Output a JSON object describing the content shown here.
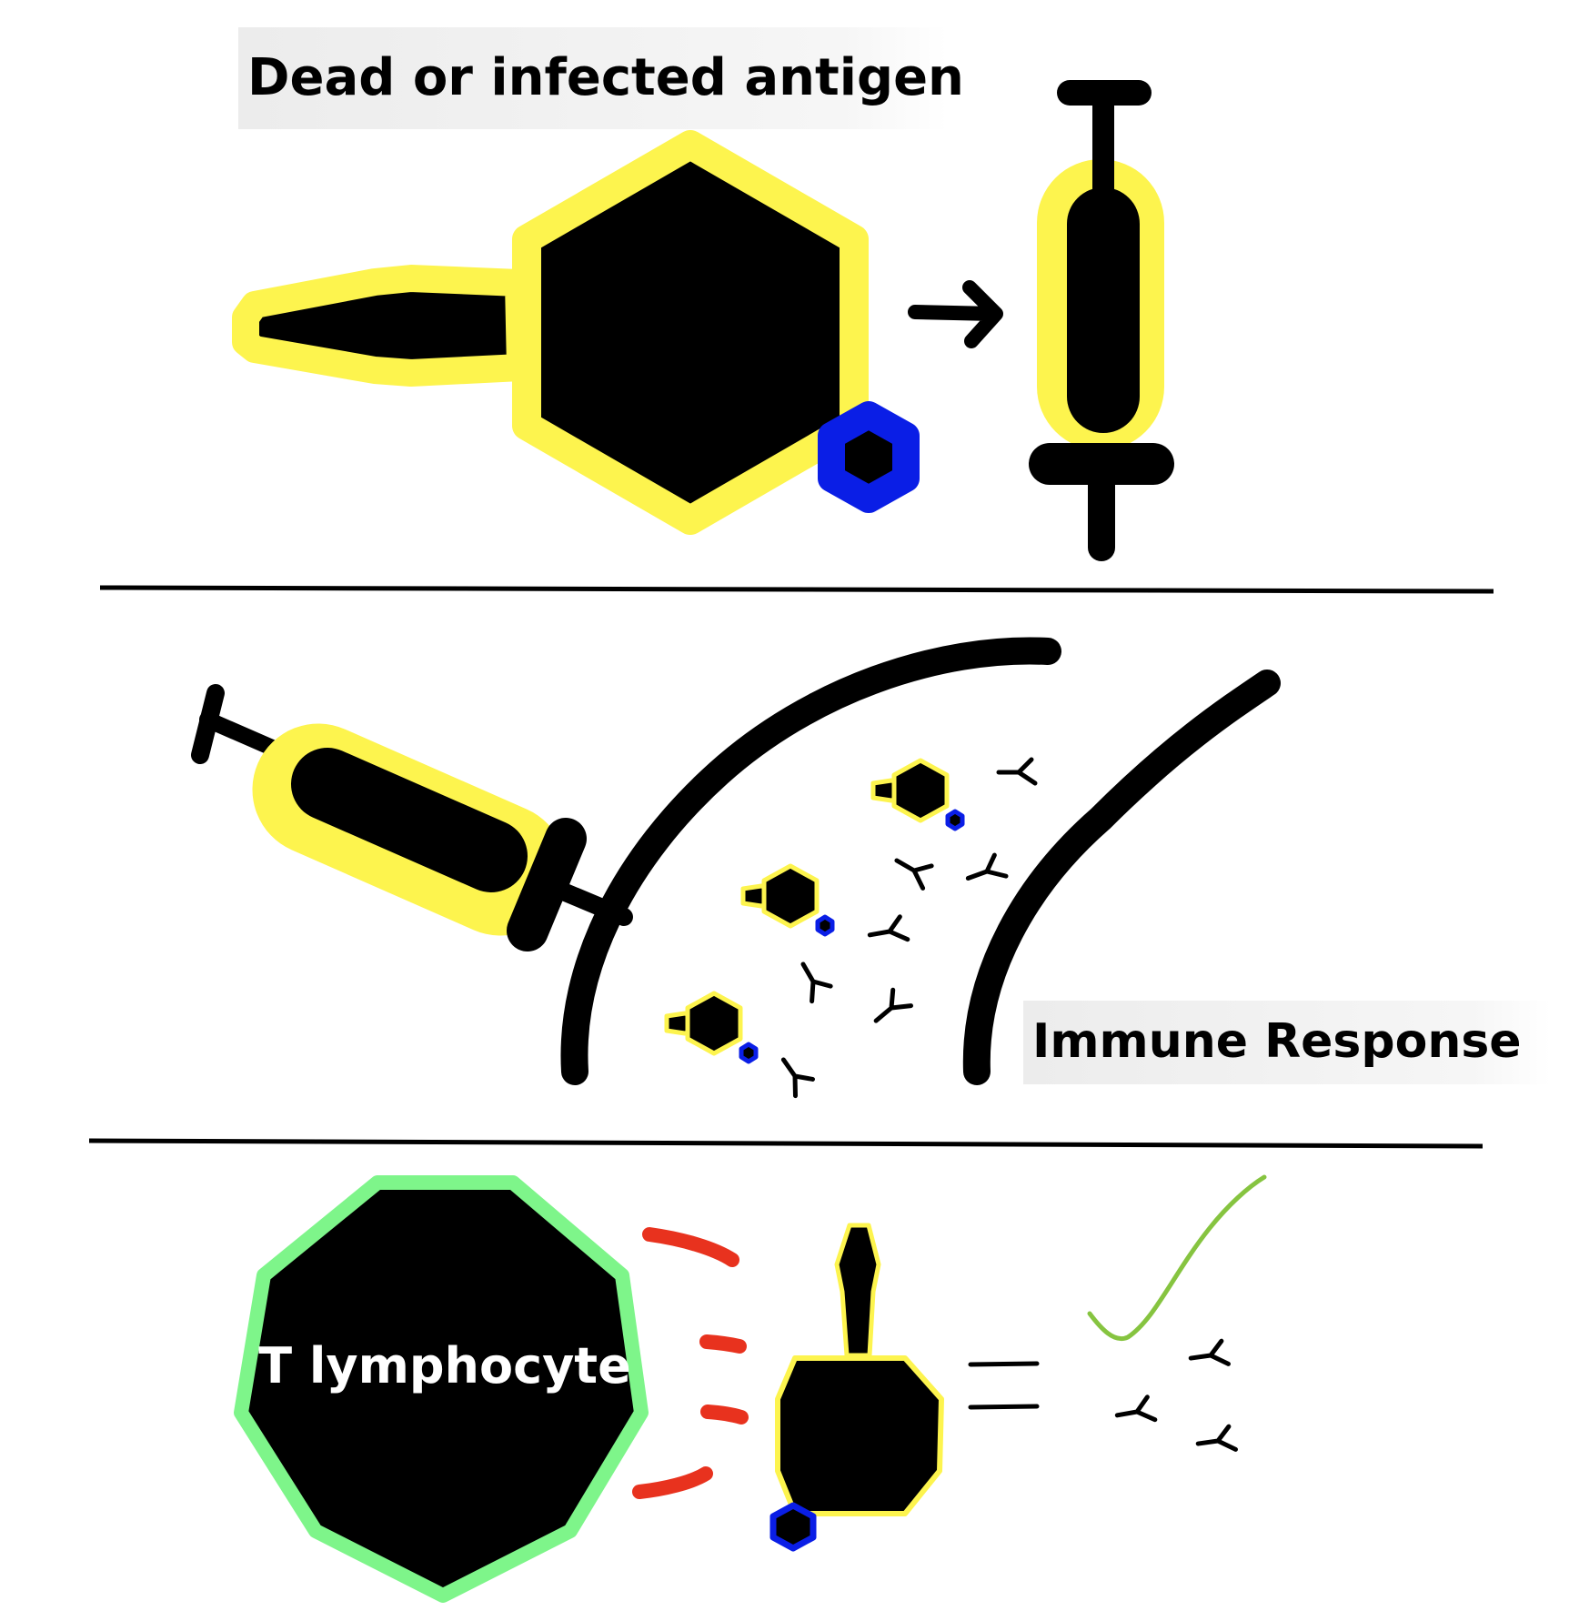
{
  "labels": {
    "antigen_title": "Dead or infected antigen",
    "immune_response": "Immune Response",
    "t_lymphocyte": "T lymphocyte"
  },
  "colors": {
    "ink": "#000000",
    "virus_glow": "#fdf44e",
    "tag_blue": "#0a1ee6",
    "lymphocyte_outline": "#7ef58a",
    "signal_red": "#e8321e",
    "check_green": "#86c440",
    "label_bg": "#f2f2f2"
  },
  "icons": [
    "virus-icon",
    "syringe-icon",
    "antibody-icon",
    "arrow-right-icon",
    "checkmark-icon",
    "equals-icon"
  ]
}
